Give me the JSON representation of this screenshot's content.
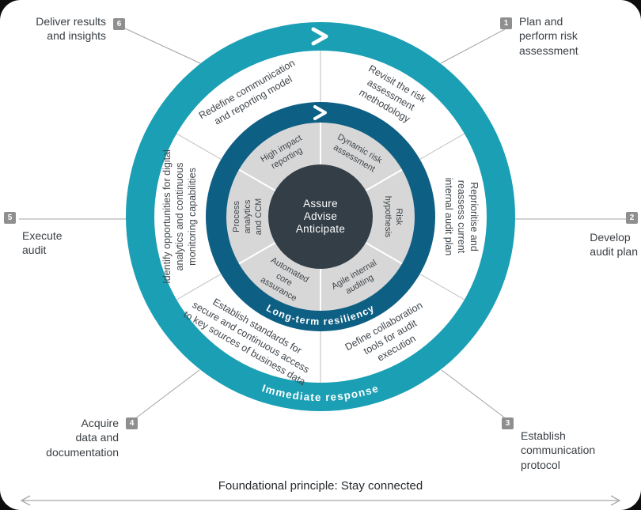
{
  "colors": {
    "teal_ring": "#1a9fb4",
    "dark_blue_ring": "#0e5f84",
    "gray_disc": "#d7d7d7",
    "center_disc": "#333e47",
    "badge": "#8f8f8f"
  },
  "center": {
    "l1": "Assure",
    "l2": "Advise",
    "l3": "Anticipate"
  },
  "ring_labels": {
    "outer": "Immediate response",
    "inner": "Long-term resiliency"
  },
  "outer_segments": {
    "top_right": {
      "l1": "Revisit the risk",
      "l2": "assessment",
      "l3": "methodology"
    },
    "right": {
      "l1": "Reprioritise and",
      "l2": "reassess current",
      "l3": "internal audit plan"
    },
    "bottom_right": {
      "l1": "Define collaboration",
      "l2": "tools for audit",
      "l3": "execution"
    },
    "bottom_left": {
      "l1": "Establish standards for",
      "l2": "secure and continuous access",
      "l3": "to key sources of business data"
    },
    "left": {
      "l1": "Identify opportunities for digital",
      "l2": "analytics and continuous",
      "l3": "monitoring capabilities"
    },
    "top_left": {
      "l1": "Redefine communication",
      "l2": "and reporting model"
    }
  },
  "inner_segments": {
    "top_right": {
      "l1": "Dynamic risk",
      "l2": "assessment"
    },
    "right": {
      "l1": "Risk",
      "l2": "hypothesis"
    },
    "bottom_right": {
      "l1": "Agile internal",
      "l2": "auditing"
    },
    "bottom_left": {
      "l1": "Automated",
      "l2": "core",
      "l3": "assurance"
    },
    "left": {
      "l1": "Process",
      "l2": "analytics",
      "l3": "and CCM"
    },
    "top_left": {
      "l1": "High impact",
      "l2": "reporting"
    }
  },
  "milestones": [
    {
      "num": "1",
      "l1": "Plan and",
      "l2": "perform risk",
      "l3": "assessment"
    },
    {
      "num": "2",
      "l1": "Develop",
      "l2": "audit plan"
    },
    {
      "num": "3",
      "l1": "Establish",
      "l2": "communication",
      "l3": "protocol"
    },
    {
      "num": "4",
      "l1": "Acquire",
      "l2": "data and",
      "l3": "documentation"
    },
    {
      "num": "5",
      "l1": "Execute",
      "l2": "audit"
    },
    {
      "num": "6",
      "l1": "Deliver results",
      "l2": "and insights"
    }
  ],
  "footer": {
    "label": "Foundational principle: Stay connected"
  }
}
